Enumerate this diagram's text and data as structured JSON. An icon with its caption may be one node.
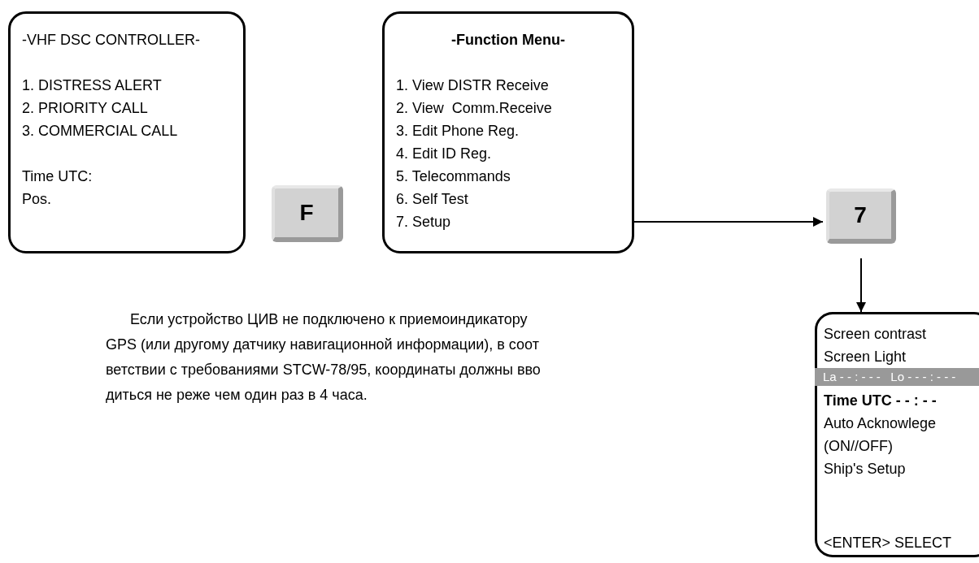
{
  "diagram": {
    "nodes": [
      {
        "text": [
          "-VHF DSC CONTROLLER-",
          "1. DISTRESS ALERT",
          "2. PRIORITY CALL",
          "3. COMMERCIAL CALL",
          "Time UTC:",
          "Pos."
        ]
      },
      {
        "text": [
          "F"
        ]
      },
      {
        "text": [
          "-Function Menu-",
          "1. View DISTR Receive",
          "2. View  Comm.Receive",
          "3. Edit Phone Reg.",
          "4. Edit ID Reg.",
          "5. Telecommands",
          "6. Self Test"
        ]
      },
      {
        "text": [
          "7. Setup"
        ],
        "in": 2
      },
      {
        "text": [
          "7"
        ]
      },
      {
        "text": [
          "Screen contrast",
          "Screen Light",
          "La - - : - - -   Lo - - - : - - -",
          "Time UTC - - : - -",
          "Auto Acknowlege",
          "(ON//OFF)",
          "Ship's Setup",
          "<ENTER> SELECT"
        ]
      }
    ],
    "edges": [
      {
        "from": 3,
        "to": 4,
        "arrow": "to"
      },
      {
        "from": 4,
        "to": 5,
        "arrow": "to"
      }
    ],
    "labels": [
      "Если устройство ЦИВ не подключено к приемоиндикатору GPS (или другому датчику навигационной информации), в соот ветствии с требованиями STCW-78/95, координаты должны вво диться не реже чем один раз в 4 часа."
    ]
  }
}
